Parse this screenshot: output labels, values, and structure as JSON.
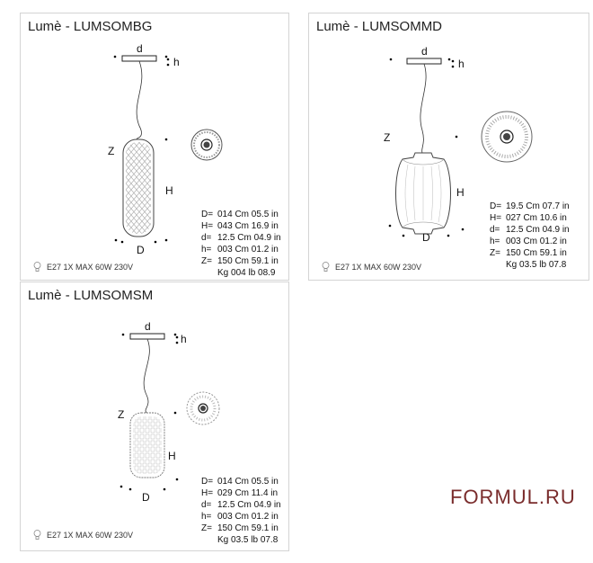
{
  "brand": "FORMUL.RU",
  "dim_labels": {
    "d": "d",
    "h": "h",
    "z": "Z",
    "H": "H",
    "D": "D"
  },
  "products": [
    {
      "title": "Lumè - LUMSOMBG",
      "specs": [
        {
          "k": "D=",
          "v": "014 Cm 05.5 in"
        },
        {
          "k": "H=",
          "v": "043 Cm 16.9 in"
        },
        {
          "k": "d=",
          "v": "12.5 Cm 04.9 in"
        },
        {
          "k": "h=",
          "v": "003 Cm 01.2 in"
        },
        {
          "k": "Z=",
          "v": "150 Cm 59.1 in"
        },
        {
          "k": "",
          "v": "Kg 004 lb 08.9"
        }
      ],
      "bulb": "E27 1X MAX 60W 230V"
    },
    {
      "title": "Lumè - LUMSOMMD",
      "specs": [
        {
          "k": "D=",
          "v": "19.5 Cm 07.7 in"
        },
        {
          "k": "H=",
          "v": "027 Cm 10.6 in"
        },
        {
          "k": "d=",
          "v": "12.5 Cm 04.9 in"
        },
        {
          "k": "h=",
          "v": "003 Cm 01.2 in"
        },
        {
          "k": "Z=",
          "v": "150 Cm 59.1 in"
        },
        {
          "k": "",
          "v": "Kg 03.5 lb 07.8"
        }
      ],
      "bulb": "E27 1X MAX 60W 230V"
    },
    {
      "title": "Lumè - LUMSOMSM",
      "specs": [
        {
          "k": "D=",
          "v": "014 Cm 05.5 in"
        },
        {
          "k": "H=",
          "v": "029 Cm 11.4 in"
        },
        {
          "k": "d=",
          "v": "12.5 Cm 04.9 in"
        },
        {
          "k": "h=",
          "v": "003 Cm 01.2 in"
        },
        {
          "k": "Z=",
          "v": "150 Cm 59.1 in"
        },
        {
          "k": "",
          "v": "Kg 03.5 lb 07.8"
        }
      ],
      "bulb": "E27 1X MAX 60W 230V"
    }
  ]
}
